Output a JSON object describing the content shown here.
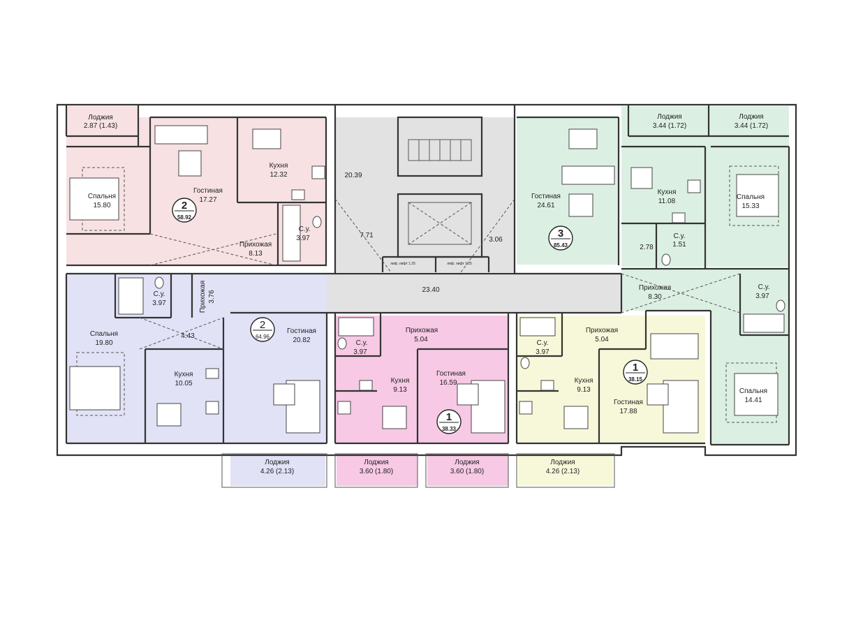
{
  "colors": {
    "apt_pink": "#f7e1e3",
    "apt_blue": "#e1e2f6",
    "apt_green": "#dcefe3",
    "apt_magenta": "#f7c9e4",
    "apt_yellow": "#f7f8d9",
    "common": "#e2e2e2",
    "wall": "#333333"
  },
  "rooms": [
    {
      "id": "loggia-tl",
      "name": "Лоджия",
      "area": "2.87 (1.43)"
    },
    {
      "id": "bedroom-tl",
      "name": "Спальня",
      "area": "15.80"
    },
    {
      "id": "living-tl",
      "name": "Гостиная",
      "area": "17.27"
    },
    {
      "id": "kitchen-tl",
      "name": "Кухня",
      "area": "12.32"
    },
    {
      "id": "hall-tl",
      "name": "Прихожая",
      "area": "8.13"
    },
    {
      "id": "wc-tl",
      "name": "С.у.",
      "area": "3.97"
    },
    {
      "id": "common-1",
      "name": "",
      "area": "20.39"
    },
    {
      "id": "common-2",
      "name": "",
      "area": "7.71"
    },
    {
      "id": "common-3",
      "name": "",
      "area": "3.06"
    },
    {
      "id": "corridor",
      "name": "",
      "area": "23.40"
    },
    {
      "id": "living-tr",
      "name": "Гостиная",
      "area": "24.61"
    },
    {
      "id": "kitchen-tr",
      "name": "Кухня",
      "area": "11.08"
    },
    {
      "id": "loggia-tr1",
      "name": "Лоджия",
      "area": "3.44 (1.72)"
    },
    {
      "id": "loggia-tr2",
      "name": "Лоджия",
      "area": "3.44 (1.72)"
    },
    {
      "id": "bedroom-tr",
      "name": "Спальня",
      "area": "15.33"
    },
    {
      "id": "hall-tr",
      "name": "",
      "area": "2.78"
    },
    {
      "id": "wc-tr",
      "name": "С.у.",
      "area": "1.51"
    },
    {
      "id": "hall-r",
      "name": "Прихожая",
      "area": "8.30"
    },
    {
      "id": "wc-r",
      "name": "С.у.",
      "area": "3.97"
    },
    {
      "id": "bedroom-br",
      "name": "Спальня",
      "area": "14.41"
    },
    {
      "id": "wc-bl",
      "name": "С.у.",
      "area": "3.97"
    },
    {
      "id": "hall-bl",
      "name": "Прихожая",
      "area": "3.76"
    },
    {
      "id": "bedroom-bl",
      "name": "Спальня",
      "area": "19.80"
    },
    {
      "id": "hall-bl2",
      "name": "",
      "area": "4.43"
    },
    {
      "id": "kitchen-bl",
      "name": "Кухня",
      "area": "10.05"
    },
    {
      "id": "living-bl",
      "name": "Гостиная",
      "area": "20.82"
    },
    {
      "id": "loggia-bl",
      "name": "Лоджия",
      "area": "4.26 (2.13)"
    },
    {
      "id": "hall-bm",
      "name": "Прихожая",
      "area": "5.04"
    },
    {
      "id": "wc-bm",
      "name": "С.у.",
      "area": "3.97"
    },
    {
      "id": "kitchen-bm",
      "name": "Кухня",
      "area": "9.13"
    },
    {
      "id": "living-bm",
      "name": "Гостиная",
      "area": "16.59"
    },
    {
      "id": "loggia-bm1",
      "name": "Лоджия",
      "area": "3.60 (1.80)"
    },
    {
      "id": "loggia-bm2",
      "name": "Лоджия",
      "area": "3.60 (1.80)"
    },
    {
      "id": "wc-bm2",
      "name": "С.у.",
      "area": "3.97"
    },
    {
      "id": "hall-bm2",
      "name": "Прихожая",
      "area": "5.04"
    },
    {
      "id": "kitchen-bm2",
      "name": "Кухня",
      "area": "9.13"
    },
    {
      "id": "living-bm2",
      "name": "Гостиная",
      "area": "17.88"
    },
    {
      "id": "loggia-br",
      "name": "Лоджия",
      "area": "4.26 (2.13)"
    }
  ],
  "apartments": [
    {
      "id": "apt-tl",
      "rooms": "2",
      "area": "58.92"
    },
    {
      "id": "apt-tr",
      "rooms": "3",
      "area": "85.43"
    },
    {
      "id": "apt-bl",
      "rooms": "2",
      "area": "64.96"
    },
    {
      "id": "apt-bm",
      "rooms": "1",
      "area": "38.33"
    },
    {
      "id": "apt-br",
      "rooms": "1",
      "area": "38.15"
    }
  ],
  "elevator_labels": [
    "лиф. лифт 1.25",
    "лиф. лифт 1.25"
  ]
}
